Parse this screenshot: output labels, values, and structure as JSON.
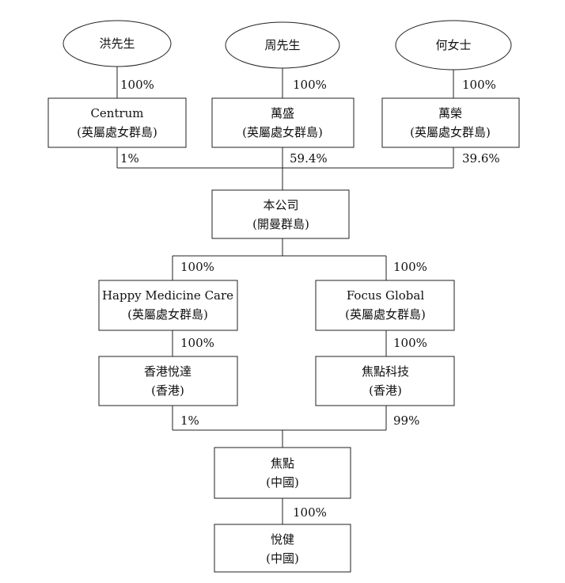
{
  "individuals": [
    {
      "name": "洪先生"
    },
    {
      "name": "周先生"
    },
    {
      "name": "何女士"
    }
  ],
  "holding_cos": [
    {
      "name": "Centrum",
      "place": "(英屬處女群島)",
      "own_by_individual": "100%",
      "stake_in_company": "1%"
    },
    {
      "name": "萬盛",
      "place": "(英屬處女群島)",
      "own_by_individual": "100%",
      "stake_in_company": "59.4%"
    },
    {
      "name": "萬榮",
      "place": "(英屬處女群島)",
      "own_by_individual": "100%",
      "stake_in_company": "39.6%"
    }
  ],
  "company": {
    "name": "本公司",
    "place": "(開曼群島)"
  },
  "bvi_subs": [
    {
      "name": "Happy Medicine Care",
      "place": "(英屬處女群島)",
      "own_by_company": "100%"
    },
    {
      "name": "Focus Global",
      "place": "(英屬處女群島)",
      "own_by_company": "100%"
    }
  ],
  "hk_subs": [
    {
      "name": "香港悅達",
      "place": "(香港)",
      "own_by_parent": "100%",
      "stake_in_focus_china": "1%"
    },
    {
      "name": "焦點科技",
      "place": "(香港)",
      "own_by_parent": "100%",
      "stake_in_focus_china": "99%"
    }
  ],
  "focus_china": {
    "name": "焦點",
    "place": "(中國)"
  },
  "yuejian": {
    "name": "悅健",
    "place": "(中國)",
    "own_by_parent": "100%"
  }
}
